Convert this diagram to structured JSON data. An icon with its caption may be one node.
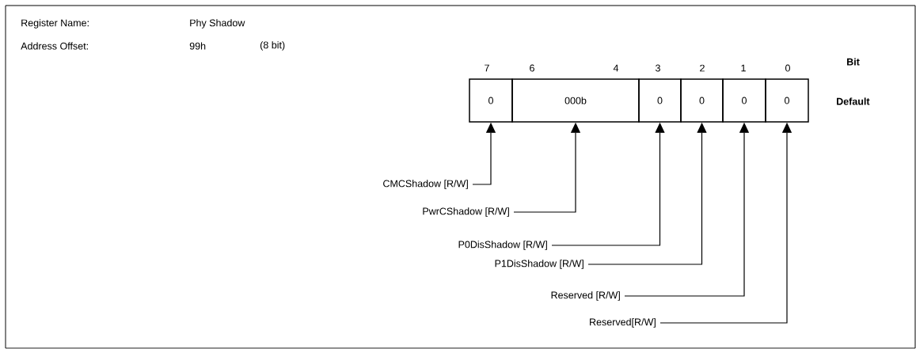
{
  "diagram": {
    "nodes": [
      {
        "text": [
          "0"
        ]
      },
      {
        "text": [
          "000b"
        ]
      },
      {
        "text": [
          "0"
        ]
      },
      {
        "text": [
          "0"
        ]
      },
      {
        "text": [
          "0"
        ]
      },
      {
        "text": [
          "0"
        ]
      },
      {
        "text": [
          "CMCShadow [R/W]"
        ]
      },
      {
        "text": [
          "PwrCShadow [R/W]"
        ]
      },
      {
        "text": [
          "P0DisShadow [R/W]"
        ]
      },
      {
        "text": [
          "P1DisShadow [R/W]"
        ]
      },
      {
        "text": [
          "Reserved [R/W]"
        ]
      },
      {
        "text": [
          "Reserved[R/W]"
        ]
      }
    ],
    "edges": [
      {
        "from": 6,
        "to": 0,
        "arrow": "to"
      },
      {
        "from": 7,
        "to": 1,
        "arrow": "to"
      },
      {
        "from": 8,
        "to": 2,
        "arrow": "to"
      },
      {
        "from": 9,
        "to": 3,
        "arrow": "to"
      },
      {
        "from": 10,
        "to": 4,
        "arrow": "to"
      },
      {
        "from": 11,
        "to": 5,
        "arrow": "to"
      }
    ],
    "labels": [
      "Register Name:",
      "Phy Shadow",
      "Address Offset:",
      "99h",
      "(8 bit)",
      "7",
      "6",
      "4",
      "3",
      "2",
      "1",
      "0",
      "Bit",
      "Default"
    ]
  }
}
